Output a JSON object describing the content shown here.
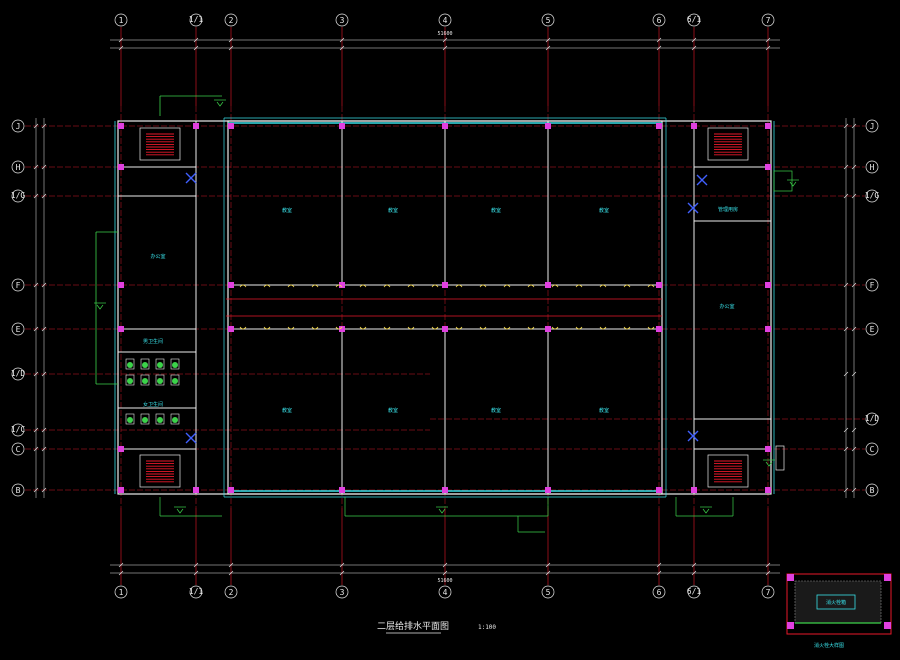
{
  "axes_top": [
    "1",
    "1/1",
    "2",
    "3",
    "4",
    "5",
    "6",
    "6/1",
    "7"
  ],
  "axes_left": [
    "J",
    "H",
    "1/G",
    "F",
    "E",
    "1/D",
    "1/C",
    "C",
    "B"
  ],
  "axes_right": [
    "J",
    "H",
    "1/G",
    "F",
    "E",
    "1/D",
    "C",
    "B"
  ],
  "room_labels": [
    "教室",
    "教室",
    "教室",
    "教室",
    "教室",
    "教室",
    "教室",
    "教室",
    "办公室",
    "办公室",
    "男卫生间",
    "女卫生间",
    "管理用房"
  ],
  "overall_dim": "51600",
  "title": "二层给排水平面图",
  "scale": "1:100",
  "legend_box_label": "消火栓箱",
  "legend_caption": "消火栓大样图",
  "colors": {
    "grid": "#e8182a",
    "wall": "#ececec",
    "pipe": "#38e0e8",
    "green": "#3cd24a",
    "fixture": "#e040e0",
    "drain": "#ffe24a",
    "blue": "#4060ff",
    "legend_border": "#e8182a"
  }
}
